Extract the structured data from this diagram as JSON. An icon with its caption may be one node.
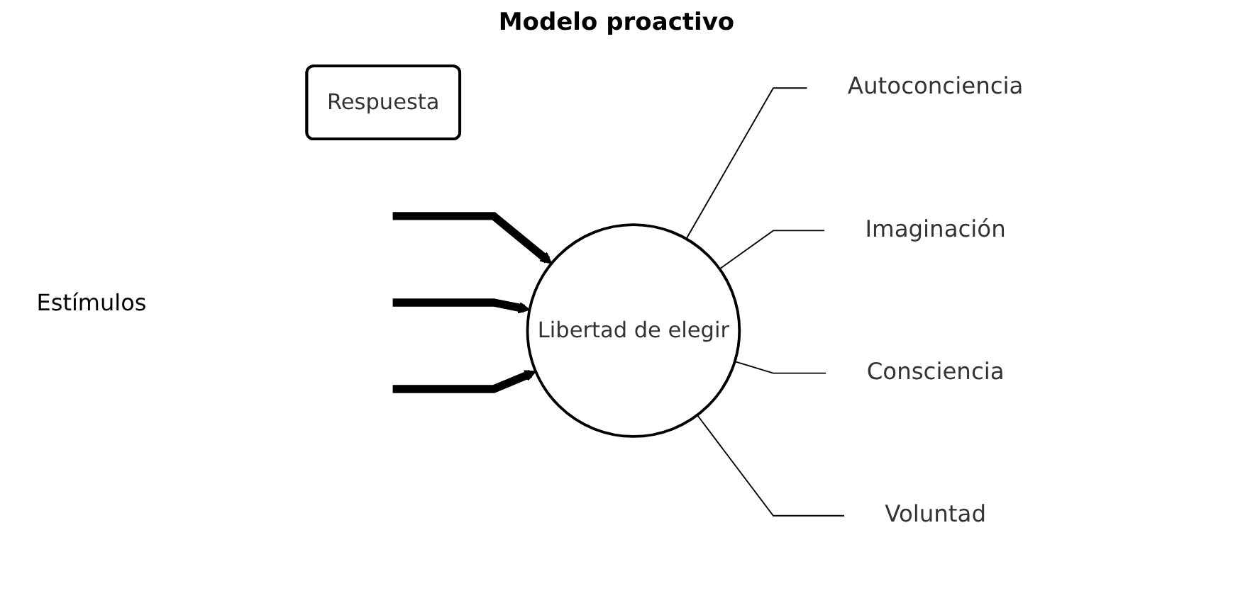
{
  "diagram": {
    "title": "Modelo proactivo",
    "nodes": [
      {
        "text": [
          "Libertad de elegir"
        ]
      },
      {
        "text": [
          "Respuesta"
        ]
      },
      {
        "text": [
          "Autoconciencia"
        ]
      },
      {
        "text": [
          "Imaginación"
        ]
      },
      {
        "text": [
          "Consciencia"
        ]
      },
      {
        "text": [
          "Voluntad"
        ]
      }
    ],
    "edges": [
      {
        "from": null,
        "to": 0,
        "arrow": "to",
        "style": "thick"
      },
      {
        "from": null,
        "to": 0,
        "arrow": "to",
        "style": "thick"
      },
      {
        "from": null,
        "to": 0,
        "arrow": "to",
        "style": "thick"
      },
      {
        "from": 0,
        "to": 2,
        "arrow": "none"
      },
      {
        "from": 0,
        "to": 3,
        "arrow": "none"
      },
      {
        "from": 0,
        "to": 4,
        "arrow": "none"
      },
      {
        "from": 0,
        "to": 5,
        "arrow": "none"
      }
    ],
    "labels": [
      "Estímulos"
    ]
  }
}
